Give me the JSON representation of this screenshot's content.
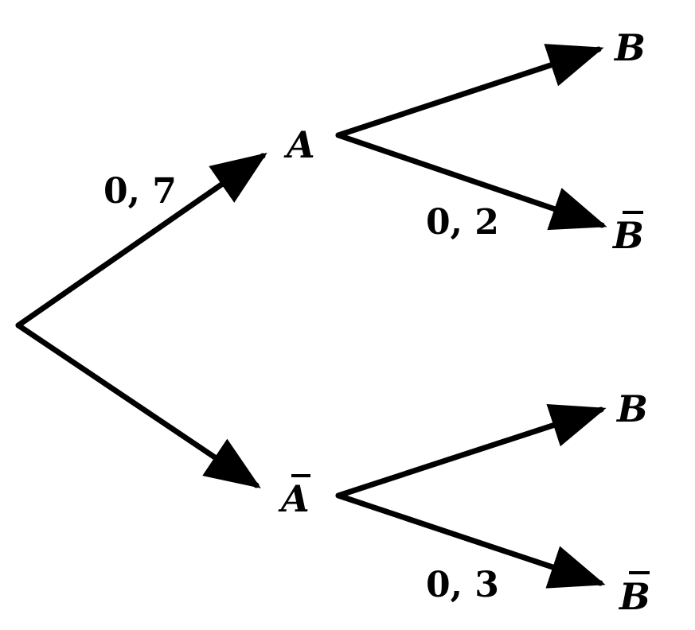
{
  "tree": {
    "nodes": {
      "a": "A",
      "a_bar": "A",
      "b_top": "B",
      "b_bar_top": "B",
      "b_bottom": "B",
      "b_bar_bottom": "B"
    },
    "probabilities": {
      "root_to_a": "0, 7",
      "a_to_b_bar": "0, 2",
      "a_bar_to_b_bar": "0, 3"
    },
    "colors": {
      "stroke": "#000000",
      "background": "#ffffff"
    }
  }
}
